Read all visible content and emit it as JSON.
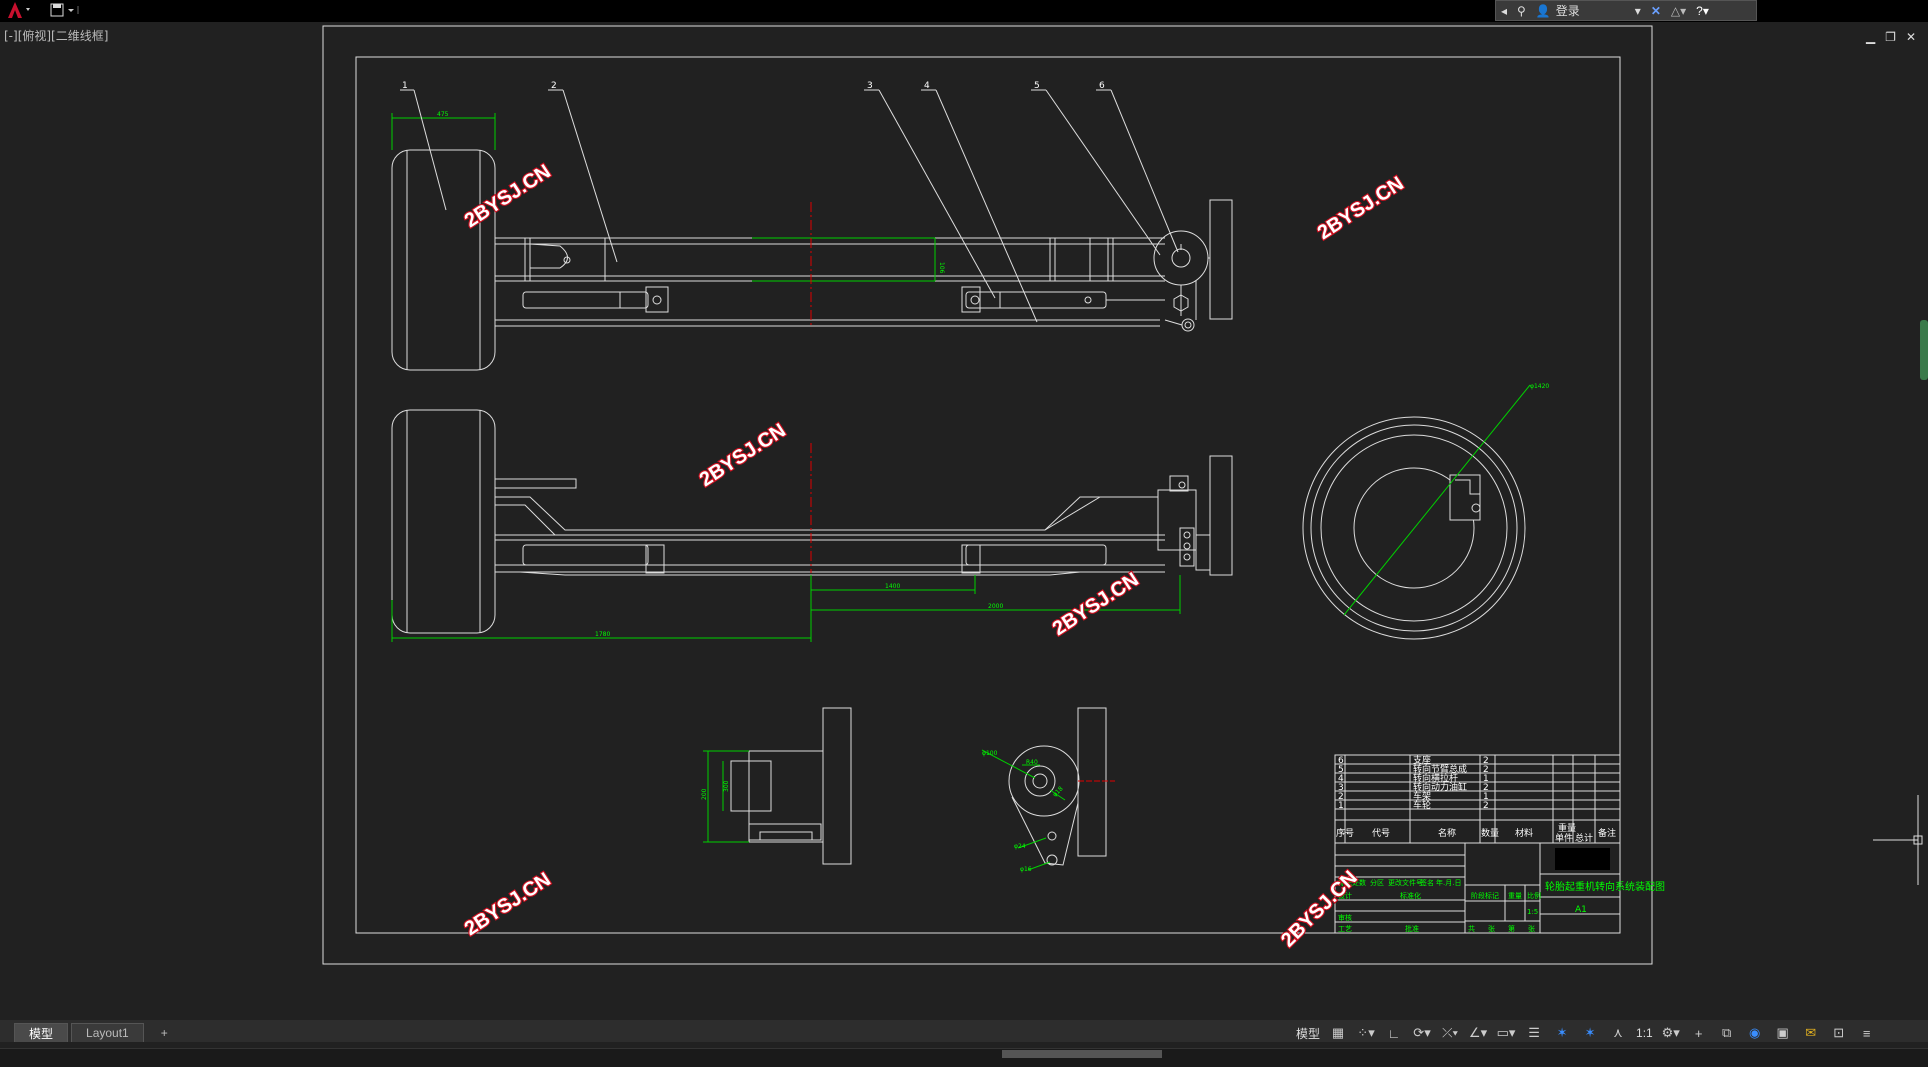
{
  "titlebar": {
    "app_menu_icon": "autocad-a-icon",
    "quick_access_icon": "save-icon",
    "infocenter": {
      "user_label": "登录",
      "icons": [
        "keyword-search-icon",
        "user-icon",
        "x-exchange-icon",
        "a360-icon",
        "help-icon"
      ]
    }
  },
  "viewport": {
    "view_label": "[-][俯视][二维线框]",
    "background": "#212121",
    "window_controls": [
      "minimize-icon",
      "restore-icon",
      "close-icon"
    ]
  },
  "drawing": {
    "balloons": [
      "1",
      "2",
      "3",
      "4",
      "5",
      "6"
    ],
    "dimensions": {
      "wheel_width": "475",
      "spring_height": "106",
      "wheel_dia": "φ1420",
      "x_1400": "1400",
      "x_2000": "2000",
      "x_1780": "1780",
      "v_200": "200",
      "v_300": "300",
      "d_r50": "φ100",
      "d_r40": "R40",
      "d_d25": "φ24",
      "d_d18": "φ16",
      "d_d60": "φ18"
    },
    "watermark": "2BYSJ.CN",
    "title_block": {
      "parts": [
        {
          "no": "6",
          "name": "支座",
          "qty": "2"
        },
        {
          "no": "5",
          "name": "转向节臂总成",
          "qty": "2"
        },
        {
          "no": "4",
          "name": "转向横拉杆",
          "qty": "1"
        },
        {
          "no": "3",
          "name": "转向动力油缸",
          "qty": "2"
        },
        {
          "no": "2",
          "name": "车架",
          "qty": "1"
        },
        {
          "no": "1",
          "name": "车轮",
          "qty": "2"
        }
      ],
      "headers": [
        "序号",
        "代号",
        "名称",
        "数量",
        "材料",
        "单件",
        "总计",
        "备注"
      ],
      "weight_header": "重量",
      "title": "轮胎起重机转向系统装配图",
      "sheet_no": "A1",
      "rows": [
        "标记",
        "处数",
        "分区",
        "更改文件号",
        "签名",
        "年.月.日"
      ],
      "labels": [
        "设计",
        "标准化",
        "审核",
        "工艺",
        "批准",
        "阶段标记",
        "重量",
        "比例",
        "共",
        "张",
        "第",
        "张"
      ],
      "scale": "1:5"
    }
  },
  "tabs": [
    {
      "label": "模型",
      "active": true
    },
    {
      "label": "Layout1",
      "active": false
    },
    {
      "label": "+",
      "active": false
    }
  ],
  "statusbar": {
    "model_label": "模型",
    "scale": "1:1",
    "icons": [
      "grid-icon",
      "snap-icon",
      "ortho-icon",
      "polar-icon",
      "osnap-icon",
      "otrack-icon",
      "lineweight-icon",
      "transparency-icon",
      "annotation-icon",
      "workspace-icon",
      "gear-icon",
      "plus-icon",
      "isolate-icon",
      "hardware-icon",
      "fullscreen-icon",
      "customize-icon"
    ]
  }
}
